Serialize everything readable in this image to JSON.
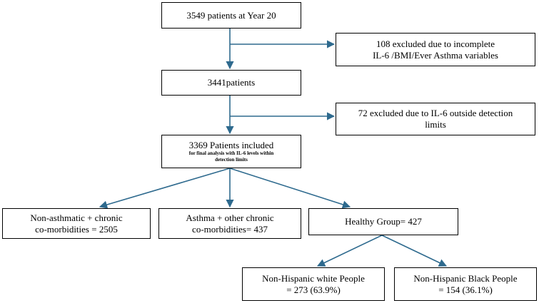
{
  "flowchart": {
    "year20": "3549 patients at Year 20",
    "excluded1": {
      "line1": "108 excluded due to incomplete",
      "line2": "IL-6 /BMI/Ever Asthma variables"
    },
    "patients": "3441patients",
    "excluded2": {
      "line1": "72 excluded due to IL-6 outside detection",
      "line2": "limits"
    },
    "included": {
      "title": "3369  Patients included",
      "sub1": "for final analysis with IL-6 levels within",
      "sub2": "detection limits"
    },
    "nonasthmatic": {
      "line1": "Non-asthmatic + chronic",
      "line2": "co-morbidities = 2505"
    },
    "asthma": {
      "line1": "Asthma + other chronic",
      "line2": "co-morbidities= 437"
    },
    "healthy": "Healthy Group= 427",
    "white": {
      "line1": "Non-Hispanic white People",
      "line2": "= 273 (63.9%)"
    },
    "black": {
      "line1": "Non-Hispanic Black People",
      "line2": "= 154 (36.1%)"
    }
  },
  "colors": {
    "arrow": "#2e6a8e",
    "border": "#000000"
  }
}
